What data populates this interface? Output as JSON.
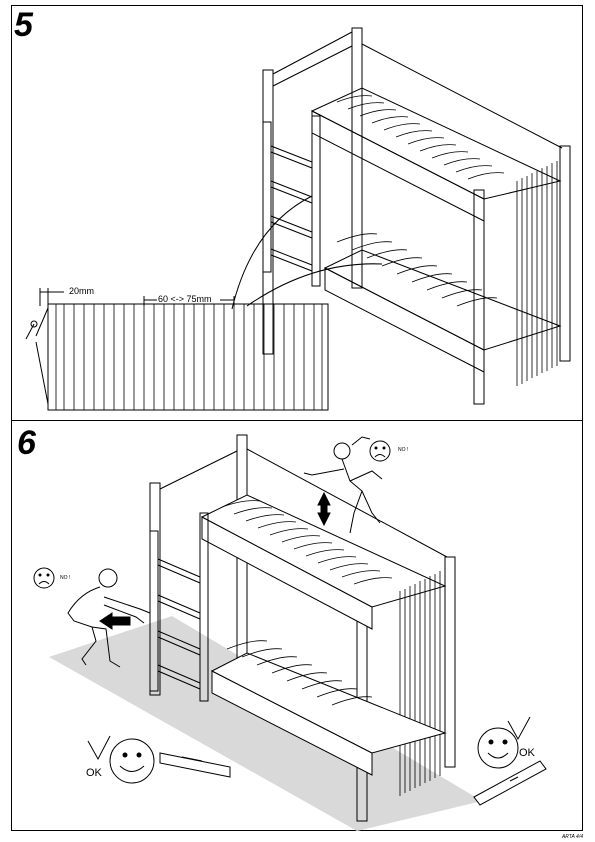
{
  "step5": {
    "number": "5",
    "dim_edge": "20mm",
    "dim_spacing": "60 <-> 75mm"
  },
  "step6": {
    "number": "6",
    "no_label_top": "NO !",
    "no_label_left": "NO !",
    "ok_left": "OK",
    "ok_right": "OK"
  },
  "footer": "ARTA 4/4",
  "colors": {
    "line": "#000000",
    "floor": "#d9d9d9",
    "paper": "#ffffff"
  }
}
